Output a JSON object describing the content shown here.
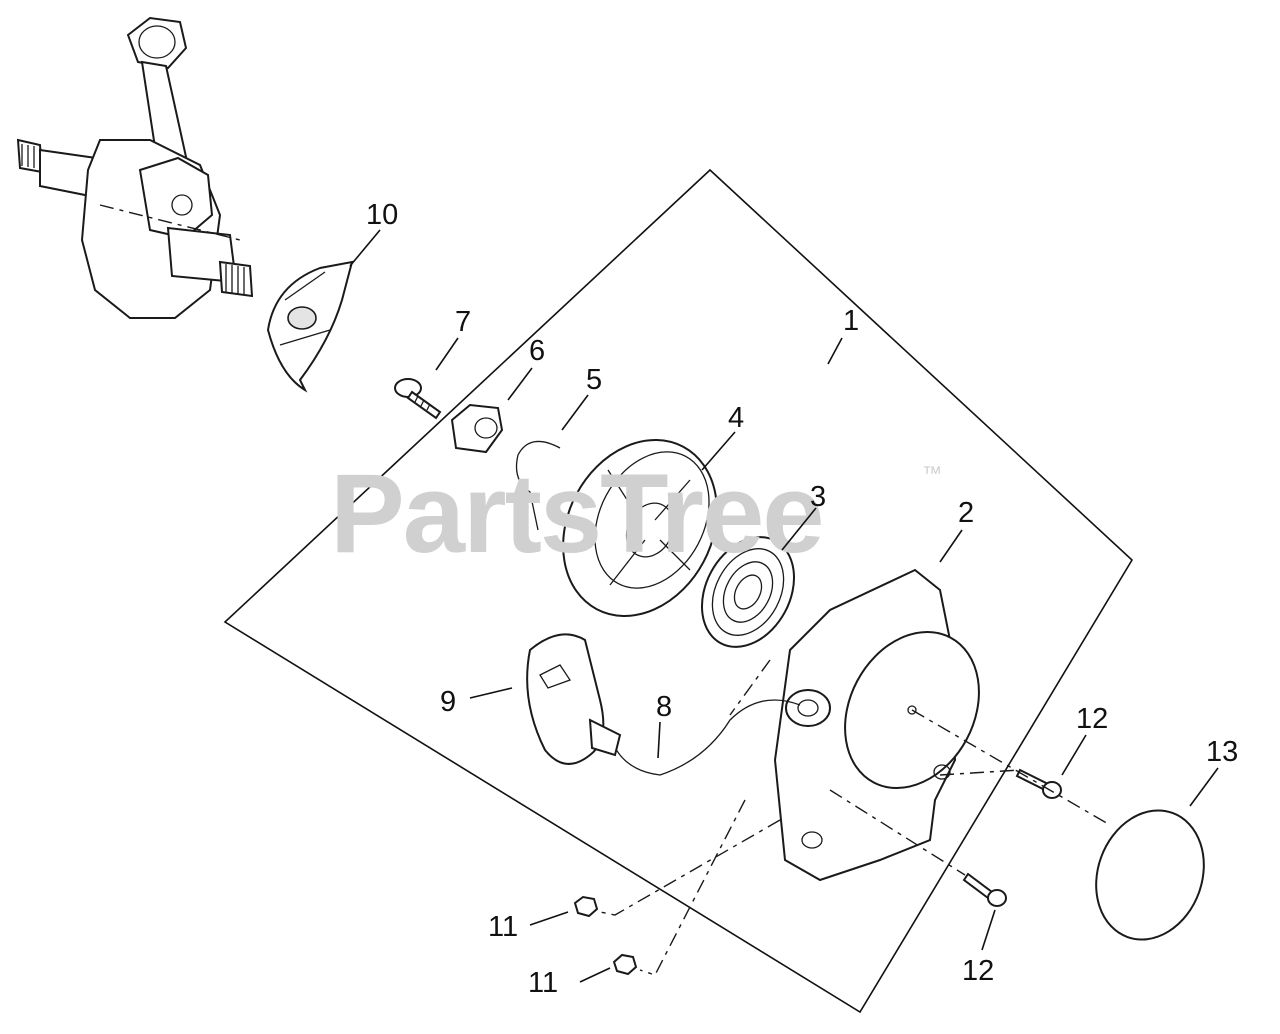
{
  "watermark": {
    "text": "PartsTree",
    "trademark": "™"
  },
  "callouts": [
    {
      "id": "1",
      "text": "1"
    },
    {
      "id": "2",
      "text": "2"
    },
    {
      "id": "3",
      "text": "3"
    },
    {
      "id": "4",
      "text": "4"
    },
    {
      "id": "5",
      "text": "5"
    },
    {
      "id": "6",
      "text": "6"
    },
    {
      "id": "7",
      "text": "7"
    },
    {
      "id": "8",
      "text": "8"
    },
    {
      "id": "9",
      "text": "9"
    },
    {
      "id": "10",
      "text": "10"
    },
    {
      "id": "11a",
      "text": "11"
    },
    {
      "id": "11b",
      "text": "11"
    },
    {
      "id": "12a",
      "text": "12"
    },
    {
      "id": "12b",
      "text": "12"
    },
    {
      "id": "13",
      "text": "13"
    }
  ],
  "colors": {
    "line": "#111111",
    "watermark": "#d0d0d0",
    "background": "#ffffff"
  }
}
